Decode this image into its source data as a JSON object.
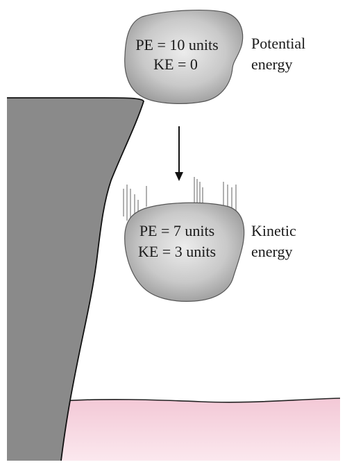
{
  "top_rock": {
    "line1": "PE = 10 units",
    "line2": "KE = 0",
    "label_line1": "Potential",
    "label_line2": "energy"
  },
  "falling_rock": {
    "line1": "PE = 7 units",
    "line2": "KE = 3 units",
    "label_line1": "Kinetic",
    "label_line2": "energy"
  },
  "colors": {
    "cliff": "#8a8a8a",
    "cliff_outline": "#111111",
    "rock_light": "#e6e6e6",
    "rock_dark": "#9a9a9a",
    "ground": "#f6d6df",
    "arrow": "#111111",
    "motion_lines": "#9d9d9d"
  }
}
